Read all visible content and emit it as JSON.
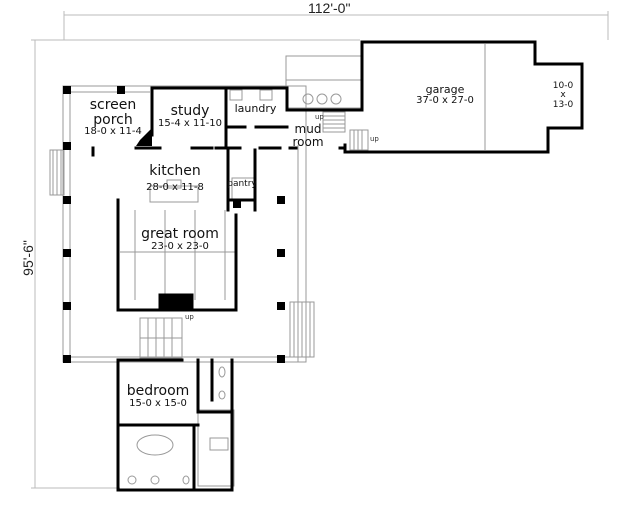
{
  "dimensions": {
    "overall_width": "112'-0\"",
    "overall_depth": "95'-6\""
  },
  "rooms": {
    "screen_porch": {
      "name_line1": "screen",
      "name_line2": "porch",
      "size": "18-0 x 11-4"
    },
    "study": {
      "name": "study",
      "size": "15-4 x 11-10"
    },
    "laundry": {
      "name": "laundry"
    },
    "mud_room": {
      "name_line1": "mud",
      "name_line2": "room"
    },
    "garage": {
      "name": "garage",
      "size": "37-0 x 27-0"
    },
    "garage_bay": {
      "line1": "10-0",
      "line2": "x",
      "line3": "13-0"
    },
    "kitchen": {
      "name": "kitchen",
      "size": "28-0 x 11-8"
    },
    "pantry": {
      "name": "pantry"
    },
    "great_room": {
      "name": "great room",
      "size": "23-0 x 23-0"
    },
    "bedroom": {
      "name": "bedroom",
      "size": "15-0 x 15-0"
    }
  },
  "stair_labels": {
    "mud_stair": "up",
    "garage_stair": "up",
    "main_stair": "up"
  },
  "colors": {
    "wall": "#000000",
    "thin_line": "#999999",
    "dim_line": "#bbbbbb",
    "background": "#ffffff"
  }
}
